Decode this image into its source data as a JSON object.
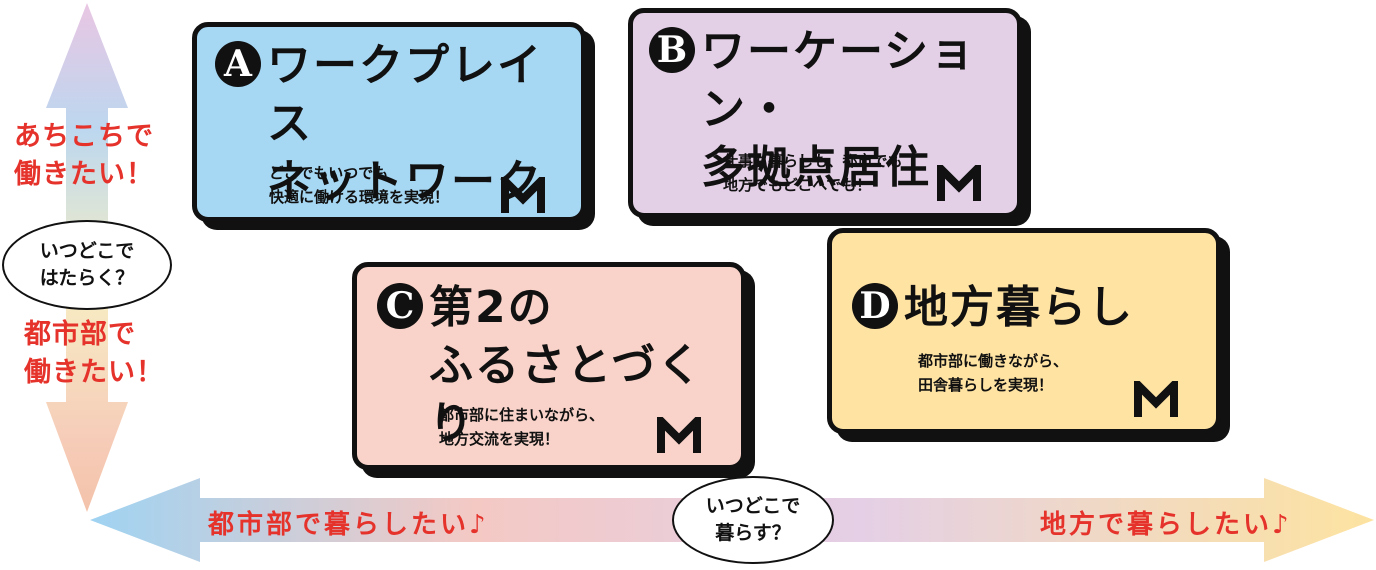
{
  "colors": {
    "card_a": "#a6d8f4",
    "card_b": "#e3cfe6",
    "card_c": "#f9d3c9",
    "card_d": "#ffe3a3",
    "accent_red": "#e5322b",
    "outline": "#111111"
  },
  "vertical_axis": {
    "top_label_line1": "あちこちで",
    "top_label_line2": "働きたい！",
    "bottom_label_line1": "都市部で",
    "bottom_label_line2": "働きたい！",
    "question_line1": "いつどこで",
    "question_line2": "はたらく？"
  },
  "horizontal_axis": {
    "left_label": "都市部で暮らしたい♪",
    "right_label": "地方で暮らしたい♪",
    "question_line1": "いつどこで",
    "question_line2": "暮らす？"
  },
  "cards": [
    {
      "letter": "A",
      "title_line1": "ワークプレイス",
      "title_line2": "ネットワーク",
      "desc_line1": "どこでもいつでも",
      "desc_line2": "快適に働ける環境を実現！"
    },
    {
      "letter": "B",
      "title_line1": "ワーケーション・",
      "title_line2": "多拠点居住",
      "desc_line1": "仕事も暮らしも、都市でも",
      "desc_line2": "地方でもどこへでも！"
    },
    {
      "letter": "C",
      "title_line1": "第2の",
      "title_line2": "ふるさとづくり",
      "desc_line1": "都市部に住まいながら、",
      "desc_line2": "地方交流を実現！"
    },
    {
      "letter": "D",
      "title_line1": "地方暮らし",
      "title_line2": "",
      "desc_line1": "都市部に働きながら、",
      "desc_line2": "田舎暮らしを実現！"
    }
  ]
}
